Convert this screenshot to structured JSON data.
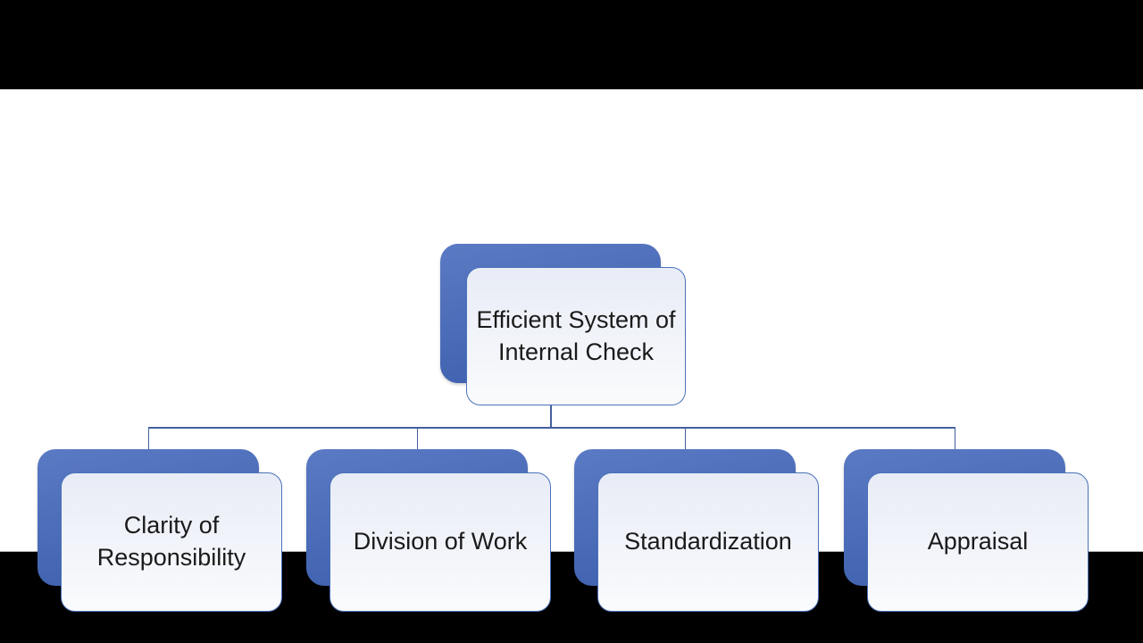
{
  "diagram": {
    "title": "Efficient System of Internal Check hierarchy",
    "root": {
      "label": "Efficient System of Internal Check"
    },
    "children": [
      {
        "label": "Clarity of Responsibility"
      },
      {
        "label": "Division of Work"
      },
      {
        "label": "Standardization"
      },
      {
        "label": "Appraisal"
      }
    ]
  },
  "colors": {
    "blue-top": "#5b7ac4",
    "blue-bottom": "#3a5dab",
    "panel-top": "#e8ecf6",
    "panel-bottom": "#fafbfd",
    "panel-border": "#4a72b8",
    "connector": "#44619e",
    "text": "#1a1a1a",
    "letterbox": "#000000",
    "canvas": "#ffffff"
  }
}
